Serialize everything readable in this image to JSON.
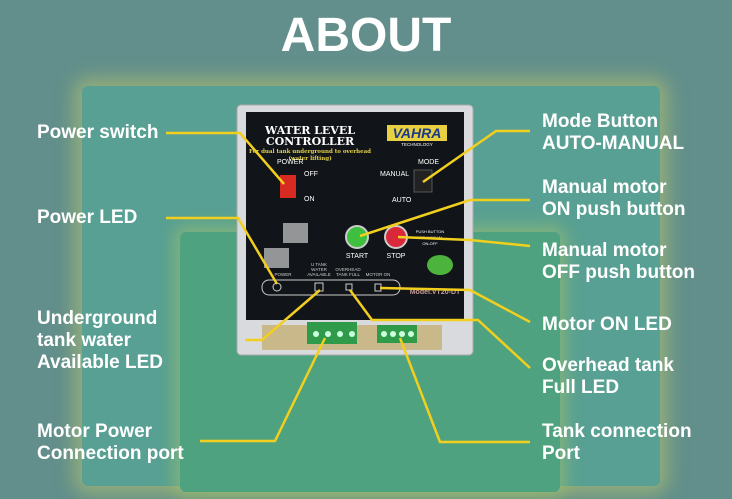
{
  "title": "ABOUT",
  "labels": {
    "power_switch": "Power switch",
    "power_led": "Power LED",
    "underground_1": "Underground",
    "underground_2": "tank water",
    "underground_3": "Available LED",
    "motor_power_1": "Motor Power",
    "motor_power_2": "Connection port",
    "mode_1": "Mode Button",
    "mode_2": "AUTO-MANUAL",
    "on_btn_1": "Manual motor",
    "on_btn_2": "ON push button",
    "off_btn_1": "Manual motor",
    "off_btn_2": "OFF push button",
    "motor_led": "Motor ON LED",
    "overhead_1": "Overhead tank",
    "overhead_2": "Full LED",
    "tank_port_1": "Tank connection",
    "tank_port_2": "Port"
  },
  "device": {
    "title_1": "WATER LEVEL",
    "title_2": "CONTROLLER",
    "subtitle_1": "For dual tank underground to overhead",
    "subtitle_2": "(water lifting)",
    "brand": "VAHRA",
    "brand_sub": "TECHNOLOGY",
    "power": "POWER",
    "off": "OFF",
    "on": "ON",
    "mode": "MODE",
    "manual": "MANUAL",
    "auto": "AUTO",
    "start": "START",
    "stop": "STOP",
    "push_note_1": "PUSH BUTTON",
    "push_note_2": "FOR MANUAL",
    "push_note_3": "ON-OFF",
    "led_power": "POWER",
    "led_utank_1": "U TANK",
    "led_utank_2": "WATER",
    "led_utank_3": "AVAILABLE",
    "led_overhead_1": "OVERHEAD",
    "led_overhead_2": "TANK FULL",
    "led_motor": "MOTOR ON",
    "model": "Model.VT20-DT"
  },
  "colors": {
    "accent": "#f2cf1e",
    "background": "#628f8b"
  }
}
